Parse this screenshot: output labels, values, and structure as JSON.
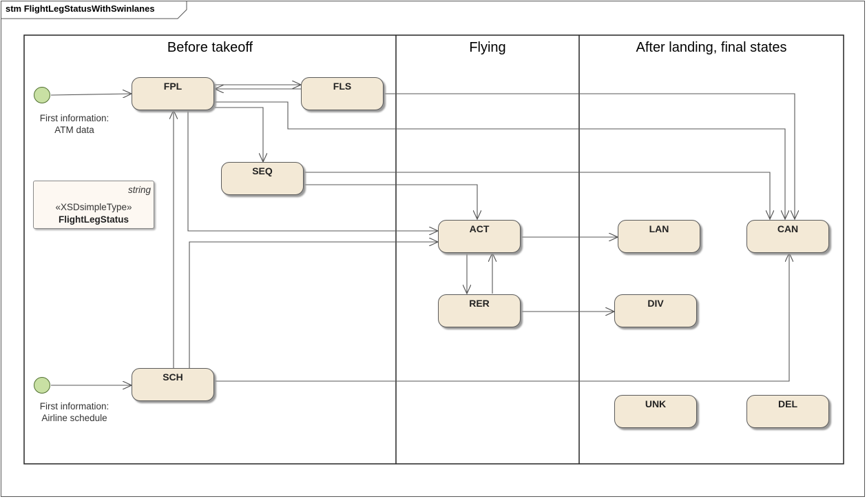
{
  "diagram_title": "stm FlightLegStatusWithSwinlanes",
  "lanes": [
    "Before takeoff",
    "Flying",
    "After landing, final states"
  ],
  "states": {
    "fpl": "FPL",
    "fls": "FLS",
    "seq": "SEQ",
    "act": "ACT",
    "rer": "RER",
    "sch": "SCH",
    "lan": "LAN",
    "div": "DIV",
    "can": "CAN",
    "unk": "UNK",
    "del": "DEL"
  },
  "initial_notes": {
    "first": [
      "First information:",
      "ATM data"
    ],
    "second": [
      "First information:",
      "Airline schedule"
    ]
  },
  "datatype": {
    "keyword": "string",
    "stereotype": "«XSDsimpleType»",
    "name": "FlightLegStatus"
  },
  "colors": {
    "state_fill": "#f3e9d6",
    "initial_fill": "#c8e0a3",
    "line": "#555555"
  },
  "transitions": [
    {
      "from": "initial-atm",
      "to": "FPL"
    },
    {
      "from": "initial-airline",
      "to": "SCH"
    },
    {
      "from": "FPL",
      "to": "FLS"
    },
    {
      "from": "FLS",
      "to": "FPL"
    },
    {
      "from": "FPL",
      "to": "SEQ"
    },
    {
      "from": "FPL",
      "to": "ACT"
    },
    {
      "from": "FPL",
      "to": "CAN"
    },
    {
      "from": "FLS",
      "to": "CAN"
    },
    {
      "from": "SEQ",
      "to": "ACT"
    },
    {
      "from": "SEQ",
      "to": "CAN"
    },
    {
      "from": "SCH",
      "to": "FPL"
    },
    {
      "from": "SCH",
      "to": "ACT"
    },
    {
      "from": "SCH",
      "to": "CAN"
    },
    {
      "from": "ACT",
      "to": "LAN"
    },
    {
      "from": "ACT",
      "to": "RER"
    },
    {
      "from": "RER",
      "to": "ACT"
    },
    {
      "from": "RER",
      "to": "DIV"
    }
  ]
}
